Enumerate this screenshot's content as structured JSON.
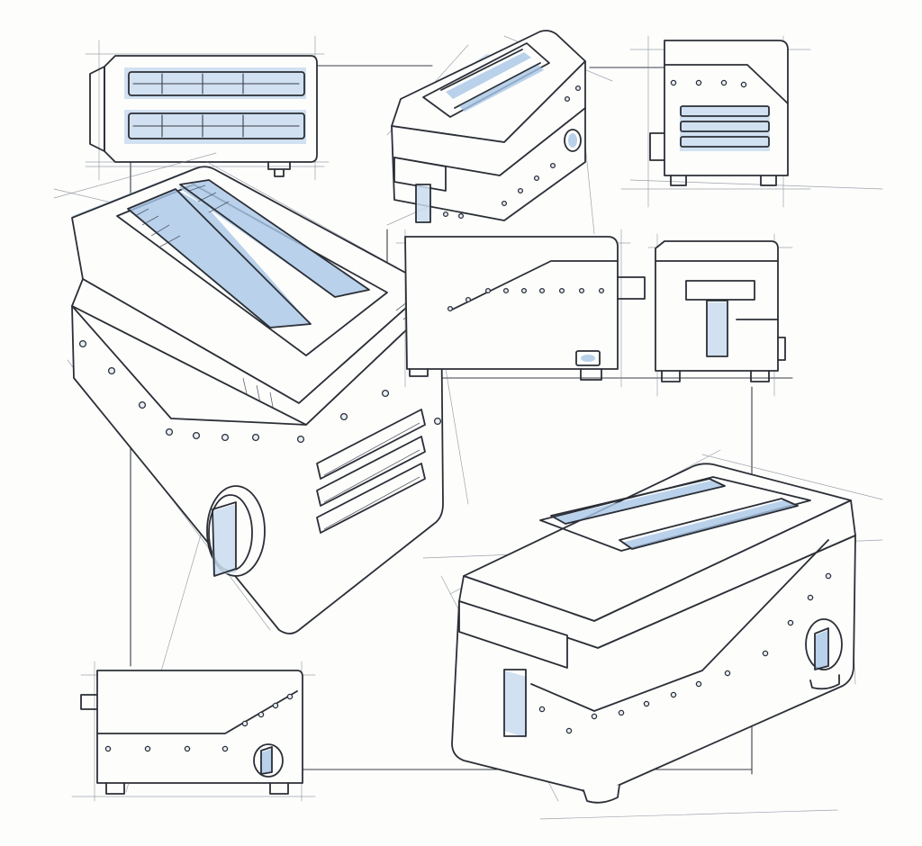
{
  "sheet": {
    "colors": {
      "paper": "#fdfdfc",
      "ink": "#2b2f36",
      "marker_blue": "#c9dcf0",
      "marker_blue_dark": "#a7c5e6"
    },
    "views": [
      "top-view",
      "perspective-top-left",
      "rear-view",
      "large-perspective",
      "side-elevation",
      "front-view",
      "perspective-bottom-right",
      "small-side-view"
    ]
  }
}
